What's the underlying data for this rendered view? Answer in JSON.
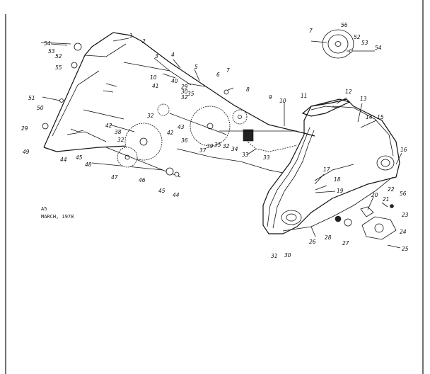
{
  "caption": {
    "line1": "A5",
    "line2": "MARCH, 1978"
  },
  "labels": {
    "l1": "1",
    "l2": "2",
    "l3": "3",
    "l4": "4",
    "l5": "5",
    "l6": "6",
    "l7": "7",
    "l8": "8",
    "l9": "9",
    "l10": "10",
    "l10b": "10",
    "l11": "11",
    "l12": "12",
    "l13": "13",
    "l14": "14",
    "l15": "15",
    "l16": "16",
    "l17": "17",
    "l18": "18",
    "l19": "19",
    "l20": "20",
    "l21": "21",
    "l22": "22",
    "l23": "23",
    "l24": "24",
    "l25": "25",
    "l26": "26",
    "l27": "27",
    "l28": "28",
    "l29": "29",
    "l29b": "29",
    "l30": "30",
    "l30b": "30",
    "l31": "31",
    "l32a": "32",
    "l32b": "32",
    "l32c": "32",
    "l32d": "32",
    "l33": "33",
    "l33b": "33",
    "l34": "34",
    "l35": "35",
    "l35b": "35",
    "l36": "36",
    "l37": "37",
    "l38": "38",
    "l39": "39",
    "l40": "40",
    "l41": "41",
    "l42": "42",
    "l42b": "42",
    "l43": "43",
    "l44": "44",
    "l44b": "44",
    "l45": "45",
    "l45b": "45",
    "l46": "46",
    "l47": "47",
    "l48": "48",
    "l49": "49",
    "l50": "50",
    "l51": "51",
    "l52": "52",
    "l52b": "52",
    "l53": "53",
    "l53b": "53",
    "l54": "54",
    "l54b": "54",
    "l55": "55",
    "l56": "56",
    "l56b": "56",
    "l7b": "7"
  }
}
